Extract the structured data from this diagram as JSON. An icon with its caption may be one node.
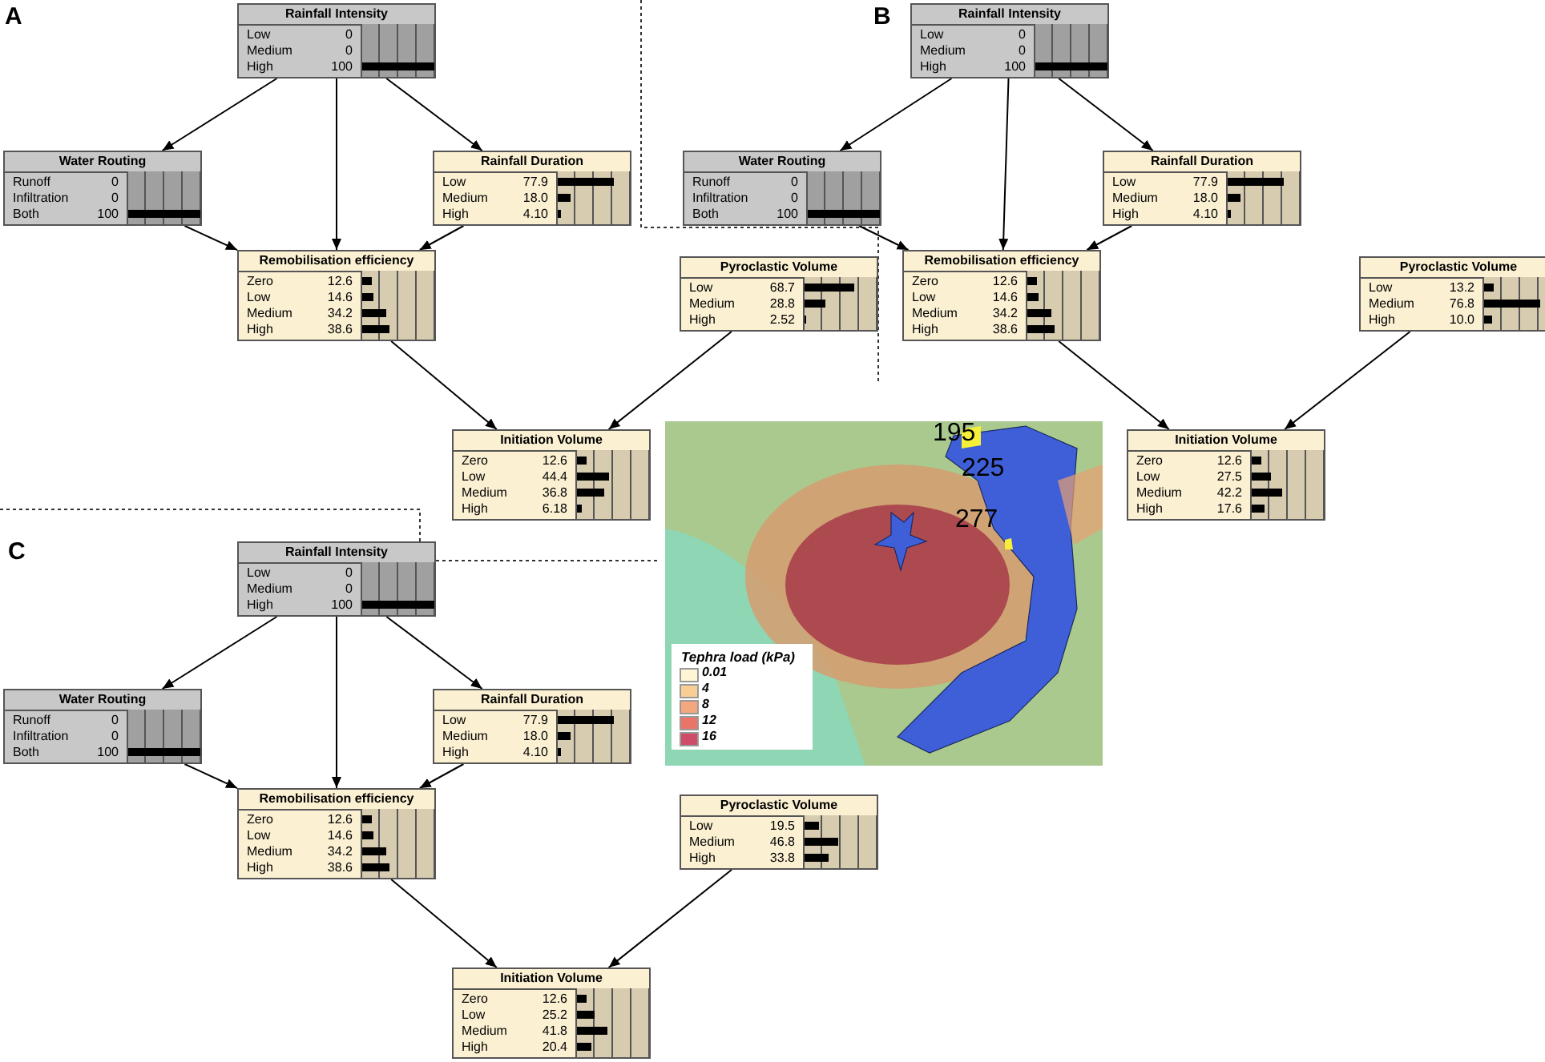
{
  "diagram": {
    "nodes": [
      {
        "text": [
          "Rainfall Intensity",
          "Low",
          "0",
          "Medium",
          "0",
          "High",
          "100"
        ]
      },
      {
        "text": [
          "Water Routing",
          "Runoff",
          "0",
          "Infiltration",
          "0",
          "Both",
          "100"
        ]
      },
      {
        "text": [
          "Rainfall Duration",
          "Low",
          "77.9",
          "Medium",
          "18.0",
          "High",
          "4.10"
        ]
      },
      {
        "text": [
          "Remobilisation efficiency",
          "Zero",
          "12.6",
          "Low",
          "14.6",
          "Medium",
          "34.2",
          "High",
          "38.6"
        ]
      },
      {
        "text": [
          "Pyroclastic Volume",
          "Low",
          "68.7",
          "Medium",
          "28.8",
          "High",
          "2.52"
        ]
      },
      {
        "text": [
          "Initiation Volume",
          "Zero",
          "12.6",
          "Low",
          "44.4",
          "Medium",
          "36.8",
          "High",
          "6.18"
        ]
      },
      {
        "text": [
          "Rainfall Intensity",
          "Low",
          "0",
          "Medium",
          "0",
          "High",
          "100"
        ]
      },
      {
        "text": [
          "Water Routing",
          "Runoff",
          "0",
          "Infiltration",
          "0",
          "Both",
          "100"
        ]
      },
      {
        "text": [
          "Rainfall Duration",
          "Low",
          "77.9",
          "Medium",
          "18.0",
          "High",
          "4.10"
        ]
      },
      {
        "text": [
          "Remobilisation efficiency",
          "Zero",
          "12.6",
          "Low",
          "14.6",
          "Medium",
          "34.2",
          "High",
          "38.6"
        ]
      },
      {
        "text": [
          "Pyroclastic Volume",
          "Low",
          "13.2",
          "Medium",
          "76.8",
          "High",
          "10.0"
        ]
      },
      {
        "text": [
          "Initiation Volume",
          "Zero",
          "12.6",
          "Low",
          "27.5",
          "Medium",
          "42.2",
          "High",
          "17.6"
        ]
      },
      {
        "text": [
          "Rainfall Intensity",
          "Low",
          "0",
          "Medium",
          "0",
          "High",
          "100"
        ]
      },
      {
        "text": [
          "Water Routing",
          "Runoff",
          "0",
          "Infiltration",
          "0",
          "Both",
          "100"
        ]
      },
      {
        "text": [
          "Rainfall Duration",
          "Low",
          "77.9",
          "Medium",
          "18.0",
          "High",
          "4.10"
        ]
      },
      {
        "text": [
          "Remobilisation efficiency",
          "Zero",
          "12.6",
          "Low",
          "14.6",
          "Medium",
          "34.2",
          "High",
          "38.6"
        ]
      },
      {
        "text": [
          "Pyroclastic Volume",
          "Low",
          "19.5",
          "Medium",
          "46.8",
          "High",
          "33.8"
        ]
      },
      {
        "text": [
          "Initiation Volume",
          "Zero",
          "12.6",
          "Low",
          "25.2",
          "Medium",
          "41.8",
          "High",
          "20.4"
        ]
      }
    ],
    "edges": [
      {
        "from": 0,
        "to": 1,
        "arrow": "to"
      },
      {
        "from": 0,
        "to": 3,
        "arrow": "to"
      },
      {
        "from": 0,
        "to": 2,
        "arrow": "to"
      },
      {
        "from": 1,
        "to": 3,
        "arrow": "to"
      },
      {
        "from": 2,
        "to": 3,
        "arrow": "to"
      },
      {
        "from": 3,
        "to": 5,
        "arrow": "to"
      },
      {
        "from": 4,
        "to": 5,
        "arrow": "to"
      },
      {
        "from": 6,
        "to": 7,
        "arrow": "to"
      },
      {
        "from": 6,
        "to": 9,
        "arrow": "to"
      },
      {
        "from": 6,
        "to": 8,
        "arrow": "to"
      },
      {
        "from": 7,
        "to": 9,
        "arrow": "to"
      },
      {
        "from": 8,
        "to": 9,
        "arrow": "to"
      },
      {
        "from": 9,
        "to": 11,
        "arrow": "to"
      },
      {
        "from": 10,
        "to": 11,
        "arrow": "to"
      },
      {
        "from": 12,
        "to": 13,
        "arrow": "to"
      },
      {
        "from": 12,
        "to": 15,
        "arrow": "to"
      },
      {
        "from": 12,
        "to": 14,
        "arrow": "to"
      },
      {
        "from": 13,
        "to": 15,
        "arrow": "to"
      },
      {
        "from": 14,
        "to": 15,
        "arrow": "to"
      },
      {
        "from": 15,
        "to": 17,
        "arrow": "to"
      },
      {
        "from": 16,
        "to": 17,
        "arrow": "to"
      }
    ],
    "labels": [
      "A",
      "B",
      "C",
      "195",
      "225",
      "277",
      "Tephra load (kPa)"
    ],
    "legend": [
      {
        "text": "0.01",
        "color": "#fdf5d6"
      },
      {
        "text": "4",
        "color": "#f7cf94"
      },
      {
        "text": "8",
        "color": "#f4a77c"
      },
      {
        "text": "12",
        "color": "#eb7468"
      },
      {
        "text": "16",
        "color": "#cf4c68"
      }
    ]
  }
}
